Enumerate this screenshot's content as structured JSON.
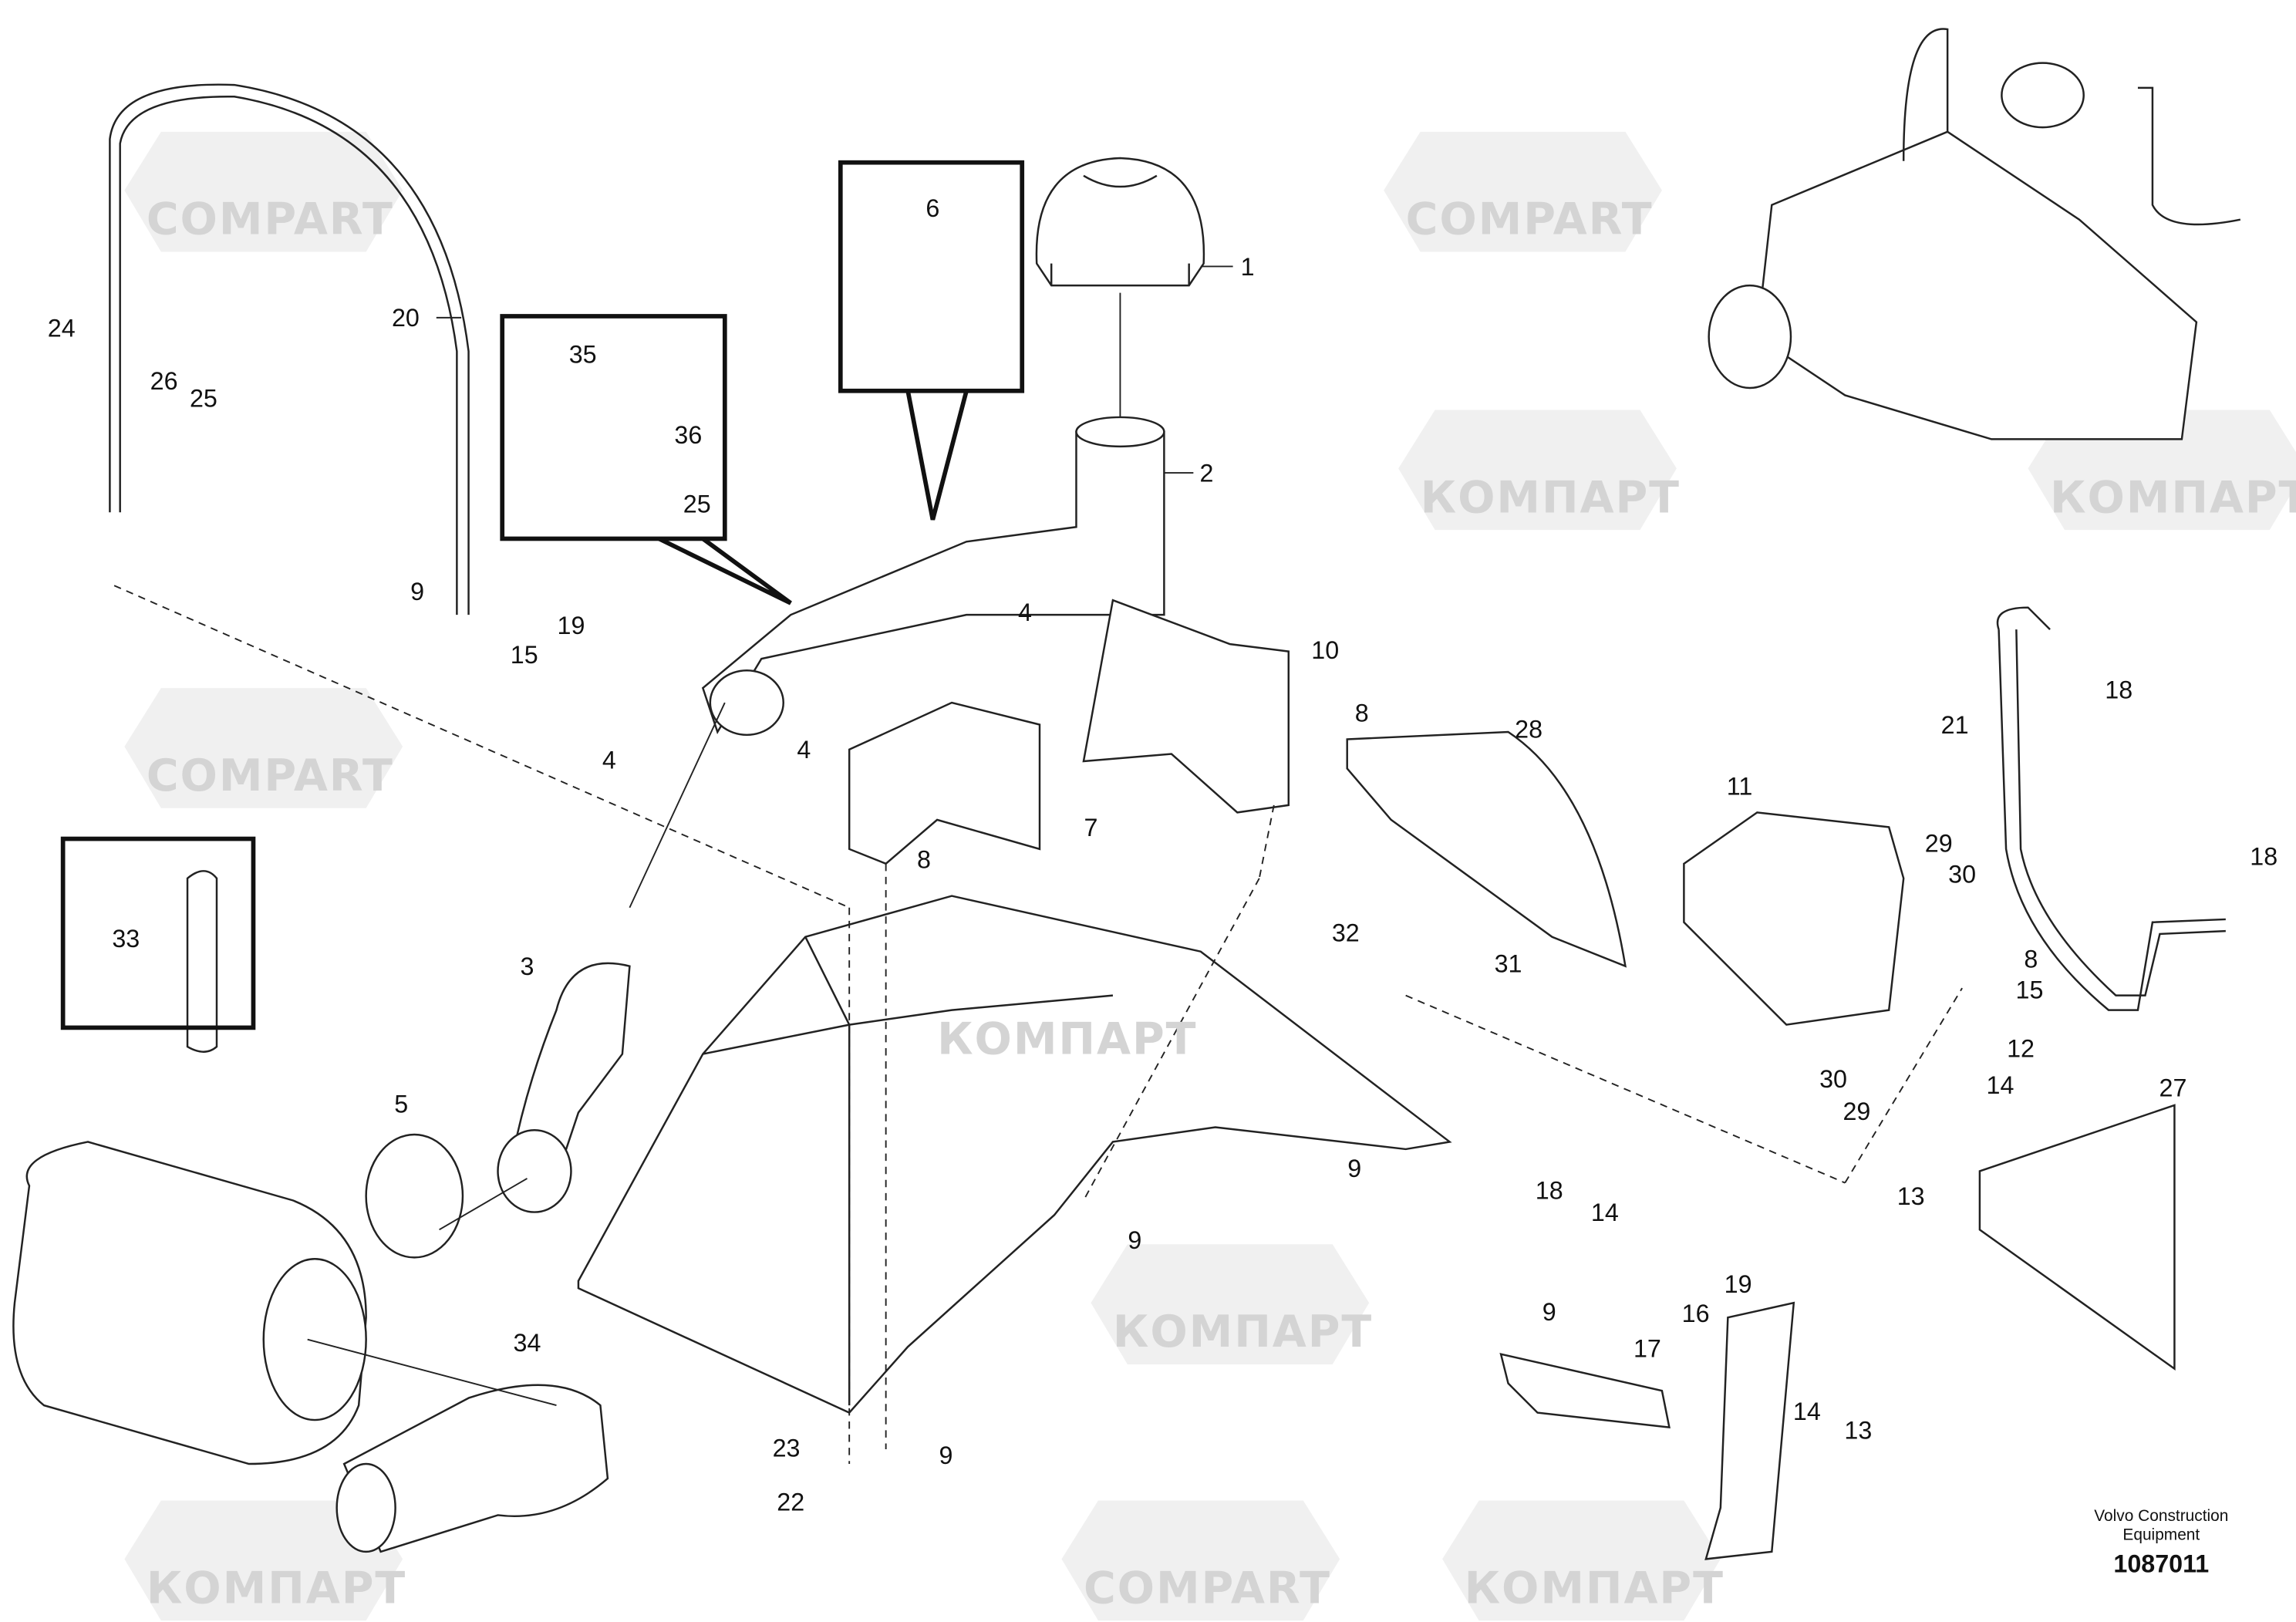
{
  "watermark": {
    "latin": "COMPART",
    "cyrillic": "КОМПАРТ"
  },
  "callouts": [
    "1",
    "2",
    "4",
    "4",
    "4",
    "6",
    "35",
    "36",
    "25",
    "20",
    "24",
    "26",
    "25",
    "9",
    "15",
    "19",
    "10",
    "8",
    "8",
    "7",
    "28",
    "11",
    "18",
    "21",
    "18",
    "29",
    "30",
    "32",
    "31",
    "8",
    "15",
    "12",
    "14",
    "30",
    "29",
    "13",
    "27",
    "9",
    "9",
    "33",
    "3",
    "5",
    "34",
    "23",
    "22",
    "9",
    "18",
    "14",
    "9",
    "17",
    "16",
    "19",
    "14",
    "13"
  ],
  "footer": {
    "company_line1": "Volvo Construction",
    "company_line2": "Equipment",
    "drawing_number": "1087011"
  }
}
